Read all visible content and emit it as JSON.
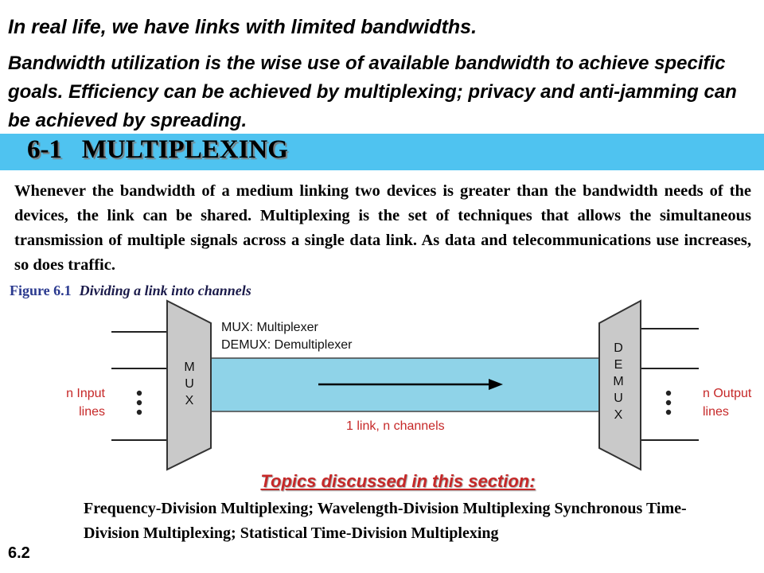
{
  "intro": {
    "title": "In real life, we have links with limited bandwidths.",
    "body": "Bandwidth utilization is the wise use of available bandwidth to achieve specific goals. Efficiency can be achieved by multiplexing; privacy and anti-jamming can be achieved by spreading."
  },
  "section": {
    "title": "6-1   MULTIPLEXING",
    "banner_color": "#4fc3f0",
    "paragraph": "Whenever the bandwidth of a medium linking two devices is greater than the bandwidth needs of the devices, the link can be shared. Multiplexing is the set of techniques that allows the simultaneous transmission of multiple signals across a single data link. As data and telecommunications use increases, so does traffic."
  },
  "figure": {
    "number": "Figure 6.1",
    "title": "Dividing a link into channels",
    "legend_line1": "MUX: Multiplexer",
    "legend_line2": "DEMUX: Demultiplexer",
    "mux_letters": [
      "M",
      "U",
      "X"
    ],
    "demux_letters": [
      "D",
      "E",
      "M",
      "U",
      "X"
    ],
    "input_label_line1": "n Input",
    "input_label_line2": "lines",
    "output_label_line1": "n Output",
    "output_label_line2": "lines",
    "link_label": "1 link, n channels",
    "link_color": "#8fd3e8",
    "label_color": "#c62828"
  },
  "topics": {
    "heading": "Topics discussed in this section:",
    "text": "Frequency-Division Multiplexing; Wavelength-Division Multiplexing Synchronous Time-Division Multiplexing; Statistical Time-Division Multiplexing"
  },
  "page_number": "6.2"
}
